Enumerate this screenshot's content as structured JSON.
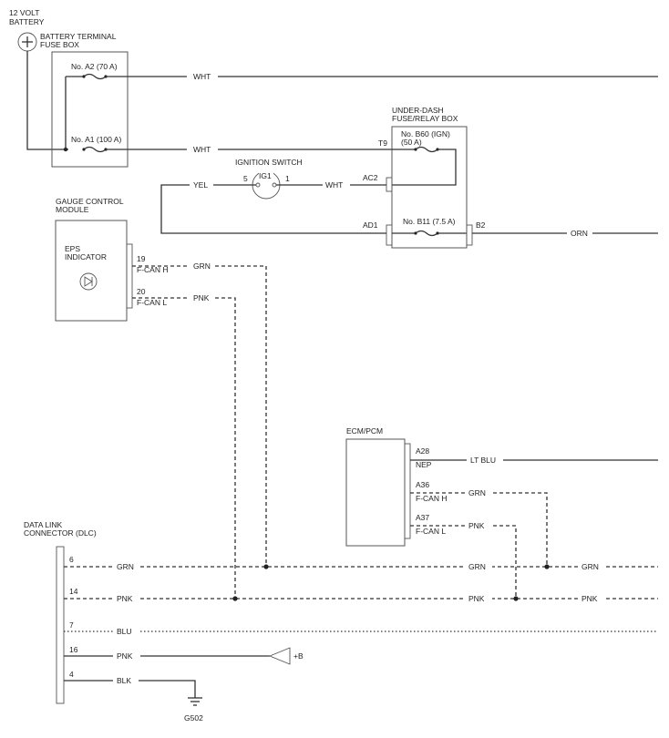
{
  "labels": {
    "battery": [
      "12 VOLT",
      "BATTERY"
    ],
    "terminal_fuse_box": [
      "BATTERY TERMINAL",
      "FUSE BOX"
    ],
    "fuse_a2": "No. A2 (70 A)",
    "fuse_a1": "No. A1 (100 A)",
    "under_dash_box": [
      "UNDER-DASH",
      "FUSE/RELAY BOX"
    ],
    "fuse_b60": [
      "No. B60 (IGN)",
      "(50 A)"
    ],
    "fuse_b11": "No. B11 (7.5 A)",
    "ignition_switch": "IGNITION SWITCH",
    "ig1": "IG1",
    "ig_pin_5": "5",
    "ig_pin_1": "1",
    "term_t9": "T9",
    "term_ac2": "AC2",
    "term_ad1": "AD1",
    "term_b2": "B2",
    "gauge_module": [
      "GAUGE CONTROL",
      "MODULE"
    ],
    "eps_indicator": [
      "EPS",
      "INDICATOR"
    ],
    "gcm_pin_19": "19",
    "gcm_fcan_h": "F-CAN H",
    "gcm_pin_20": "20",
    "gcm_fcan_l": "F-CAN L",
    "ecm": "ECM/PCM",
    "ecm_a28": "A28",
    "ecm_nep": "NEP",
    "ecm_a36": "A36",
    "ecm_fcan_h": "F-CAN H",
    "ecm_a37": "A37",
    "ecm_fcan_l": "F-CAN L",
    "dlc": [
      "DATA LINK",
      "CONNECTOR (DLC)"
    ],
    "dlc_pin_6": "6",
    "dlc_pin_14": "14",
    "dlc_pin_7": "7",
    "dlc_pin_16": "16",
    "dlc_pin_4": "4",
    "plus_b": "+B",
    "ground": "G502"
  },
  "wire_colors": {
    "wht_top": "WHT",
    "wht_a1": "WHT",
    "wht_ig": "WHT",
    "yel": "YEL",
    "orn": "ORN",
    "gcm_grn": "GRN",
    "gcm_pnk": "PNK",
    "ecm_ltblu": "LT BLU",
    "ecm_grn": "GRN",
    "ecm_pnk": "PNK",
    "dlc_grn_1": "GRN",
    "dlc_grn_2": "GRN",
    "dlc_grn_3": "GRN",
    "dlc_pnk_1": "PNK",
    "dlc_pnk_2": "PNK",
    "dlc_pnk_3": "PNK",
    "dlc_blu": "BLU",
    "dlc_pnk16": "PNK",
    "dlc_blk": "BLK"
  }
}
